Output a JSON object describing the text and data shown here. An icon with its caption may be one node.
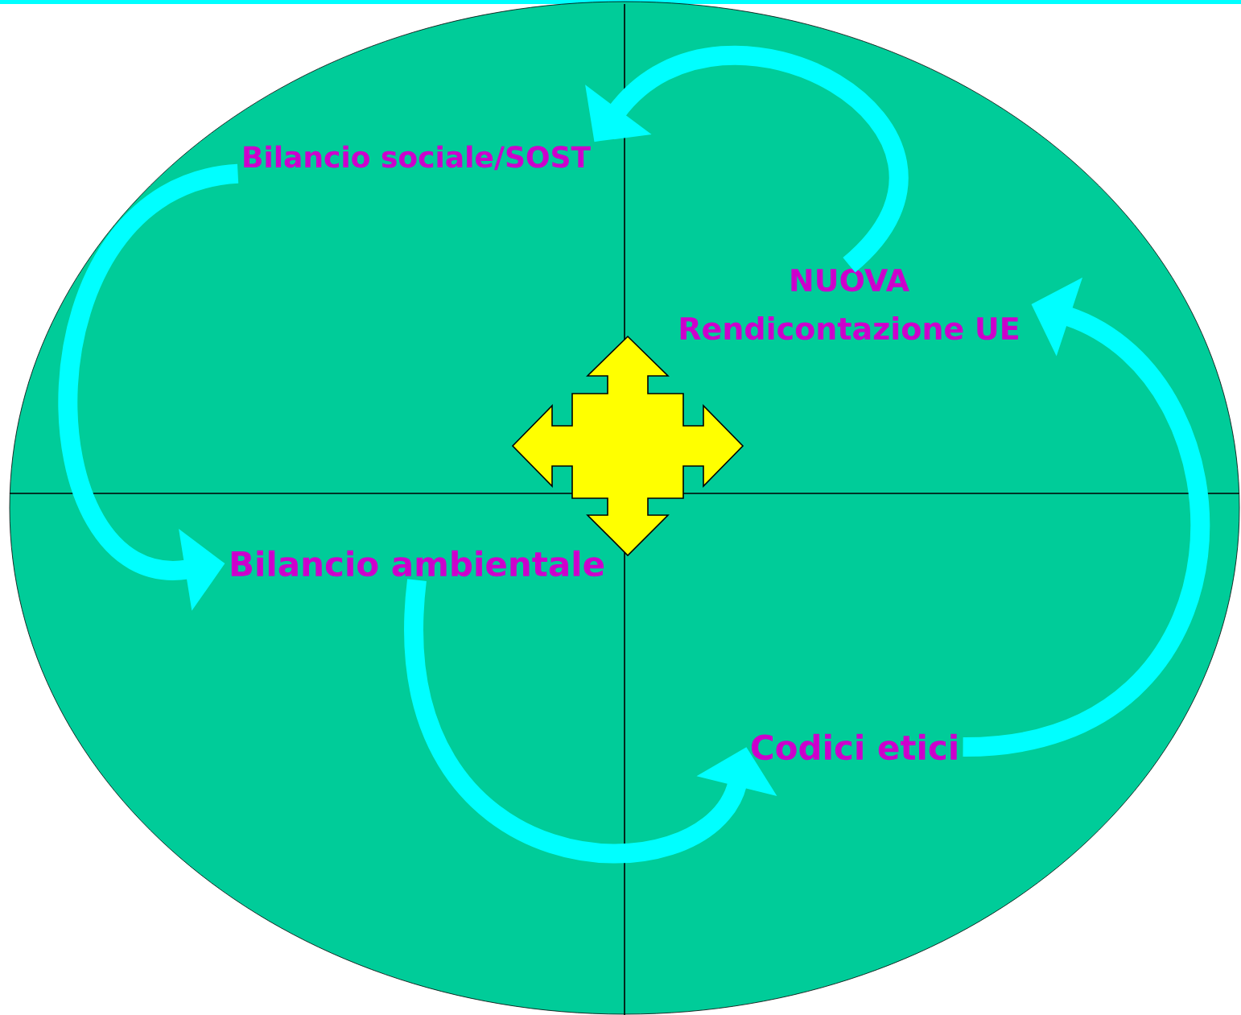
{
  "diagram": {
    "nodes": [
      {
        "text": [],
        "shape": "ellipse"
      },
      {
        "text": [
          "Bilancio sociale/SOST"
        ],
        "in": 0
      },
      {
        "text": [
          "NUOVA Rendicontazione UE"
        ],
        "in": 0
      },
      {
        "text": [
          "Bilancio ambientale"
        ],
        "in": 0
      },
      {
        "text": [
          "Codici etici"
        ],
        "in": 0
      }
    ],
    "edges": [
      {
        "from": 1,
        "to": 3,
        "arrow": "to",
        "color": "#00ffff"
      },
      {
        "from": 3,
        "to": 4,
        "arrow": "to",
        "color": "#00ffff"
      },
      {
        "from": 4,
        "to": 2,
        "arrow": "to",
        "color": "#00ffff"
      },
      {
        "from": 2,
        "to": 1,
        "arrow": "to",
        "color": "#00ffff"
      }
    ]
  }
}
